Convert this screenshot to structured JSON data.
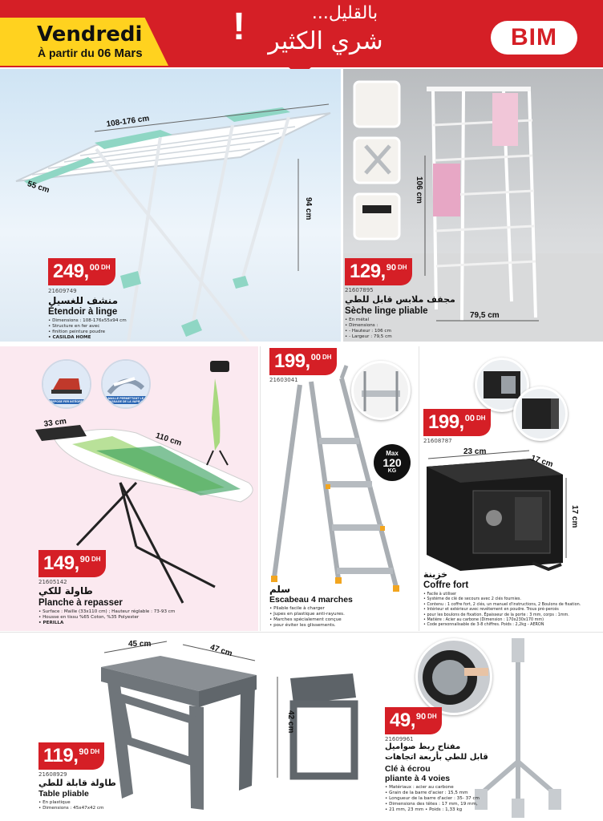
{
  "header": {
    "day": "Vendredi",
    "date_prefix": "À partir du",
    "date_value": "06 Mars",
    "slogan_line1": "بالقليل...",
    "slogan_line2": "شري الكثير",
    "exclaim": "!",
    "brand": "BIM"
  },
  "colors": {
    "brand_red": "#d51f26",
    "accent_yellow": "#ffd21f"
  },
  "products": [
    {
      "price_main": "249,",
      "price_cents": "00",
      "currency": "DH",
      "code": "21609749",
      "name_ar": "منشف للغسيل",
      "name_fr": "Étendoir à linge",
      "specs": [
        "Dimensions : 108-176x55x94 cm",
        "Structure en fer avec",
        "finition peinture poudre",
        "CASILDA HOME"
      ],
      "dims": [
        "108-176 cm",
        "55 cm",
        "94 cm"
      ]
    },
    {
      "price_main": "129,",
      "price_cents": "90",
      "currency": "DH",
      "code": "21607895",
      "name_ar": "مجفف ملابس قابل للطي",
      "name_fr": "Sèche linge pliable",
      "specs": [
        "En métal",
        "Dimensions :",
        " - Hauteur : 106 cm",
        " - Largeur : 79,5 cm"
      ],
      "dims": [
        "106 cm",
        "79,5 cm"
      ]
    },
    {
      "price_main": "149,",
      "price_cents": "90",
      "currency": "DH",
      "code": "21605142",
      "name_ar": "طاولة للكي",
      "name_fr": "Planche à repasser",
      "specs": [
        "Surface : Maille (33x110 cm) ; Hauteur réglable : 73-93 cm",
        "Housse en tissu %65 Coton, %35 Polyester",
        "PERILLA"
      ],
      "dims": [
        "33 cm",
        "110 cm"
      ],
      "badges": [
        "REPOSE FER INTÉGRÉ",
        "MAILLE PERMETTANT LE PASSAGE DE LA VAPEUR"
      ]
    },
    {
      "price_main": "199,",
      "price_cents": "00",
      "currency": "DH",
      "code": "21603041",
      "name_ar": "سلم",
      "name_fr": "Escabeau 4 marches",
      "specs": [
        "Pliable facile à charger",
        "Jupes en plastique anti-rayures.",
        "Marches spécialement conçue",
        "pour éviter les glissements."
      ],
      "badge": {
        "l1": "Max",
        "l2": "120",
        "l3": "KG"
      }
    },
    {
      "price_main": "199,",
      "price_cents": "00",
      "currency": "DH",
      "code": "21608787",
      "name_ar": "خزينة",
      "name_fr": "Coffre fort",
      "specs": [
        "Facile à utiliser",
        "Système de clé de secours avec 2 clés fournies.",
        "Contenu : 1 coffre fort, 2 clés, un manuel d'instructions, 2 Boulons de fixation.",
        "Intérieur et extérieur avec revêtement en poudre. Trous pré-percés",
        "pour les boulons de fixation. Épaisseur de la porte : 3 mm, corps : 1mm.",
        "Matière : Acier au carbone (Dimension : 170x230x170 mm)",
        "Code personnalisable de 3-8 chiffres. Poids : 2,2kg - AERON"
      ],
      "dims": [
        "23 cm",
        "17 cm",
        "17 cm"
      ]
    },
    {
      "price_main": "119,",
      "price_cents": "90",
      "currency": "DH",
      "code": "21608929",
      "name_ar": "طاولة قابلة للطي",
      "name_fr": "Table pliable",
      "specs": [
        "En plastique",
        "Dimensions : 45x47x42 cm"
      ],
      "dims": [
        "45 cm",
        "47 cm",
        "42 cm"
      ]
    },
    {
      "price_main": "49,",
      "price_cents": "90",
      "currency": "DH",
      "code": "21609961",
      "name_ar": "مفتاح ربط صواميل قابل للطي بأربعة اتجاهات",
      "name_ar_l1": "مفتاح ربط صواميل",
      "name_ar_l2": "قابل للطي بأربعة اتجاهات",
      "name_fr_l1": "Clé à écrou",
      "name_fr_l2": "pliante à 4 voies",
      "specs": [
        "Matériaux : acier au carbone",
        "Grain de la barre d'acier : 15,5 mm",
        "Longueur de la barre d'acier : 35- 37 cm",
        "Dimensions des têtes : 17 mm, 19 mm,",
        "  21 mm, 23 mm  • Poids : 1,33 kg"
      ]
    }
  ]
}
